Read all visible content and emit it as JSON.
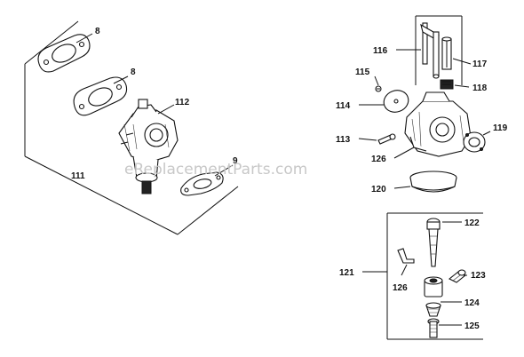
{
  "watermark": "eReplacementParts.com",
  "callouts": {
    "c8a": "8",
    "c8b": "8",
    "c112": "112",
    "c9": "9",
    "c111": "111",
    "c116": "116",
    "c117": "117",
    "c115": "115",
    "c118": "118",
    "c114": "114",
    "c119": "119",
    "c113": "113",
    "c126a": "126",
    "c120": "120",
    "c122": "122",
    "c121": "121",
    "c123": "123",
    "c126b": "126",
    "c124": "124",
    "c125": "125"
  }
}
